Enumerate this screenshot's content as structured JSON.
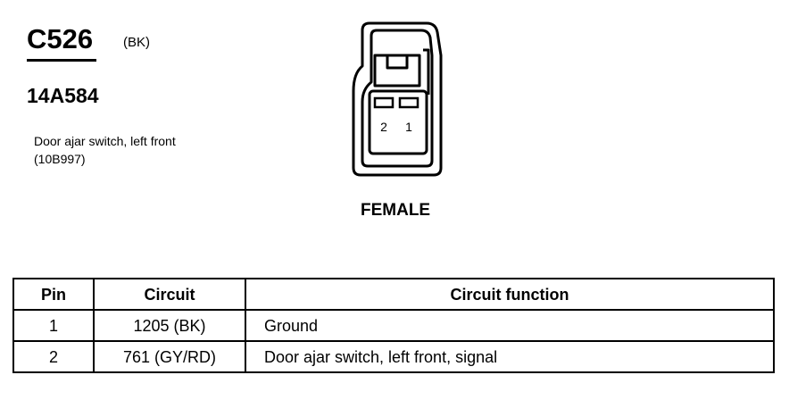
{
  "connector": {
    "id": "C526",
    "color": "(BK)",
    "part_number": "14A584",
    "description": "Door ajar switch, left front (10B997)",
    "gender": "FEMALE",
    "pin_labels": [
      "2",
      "1"
    ]
  },
  "table": {
    "headers": [
      "Pin",
      "Circuit",
      "Circuit function"
    ],
    "rows": [
      {
        "pin": "1",
        "circuit": "1205 (BK)",
        "function": "Ground"
      },
      {
        "pin": "2",
        "circuit": "761 (GY/RD)",
        "function": "Door ajar switch, left front, signal"
      }
    ]
  }
}
